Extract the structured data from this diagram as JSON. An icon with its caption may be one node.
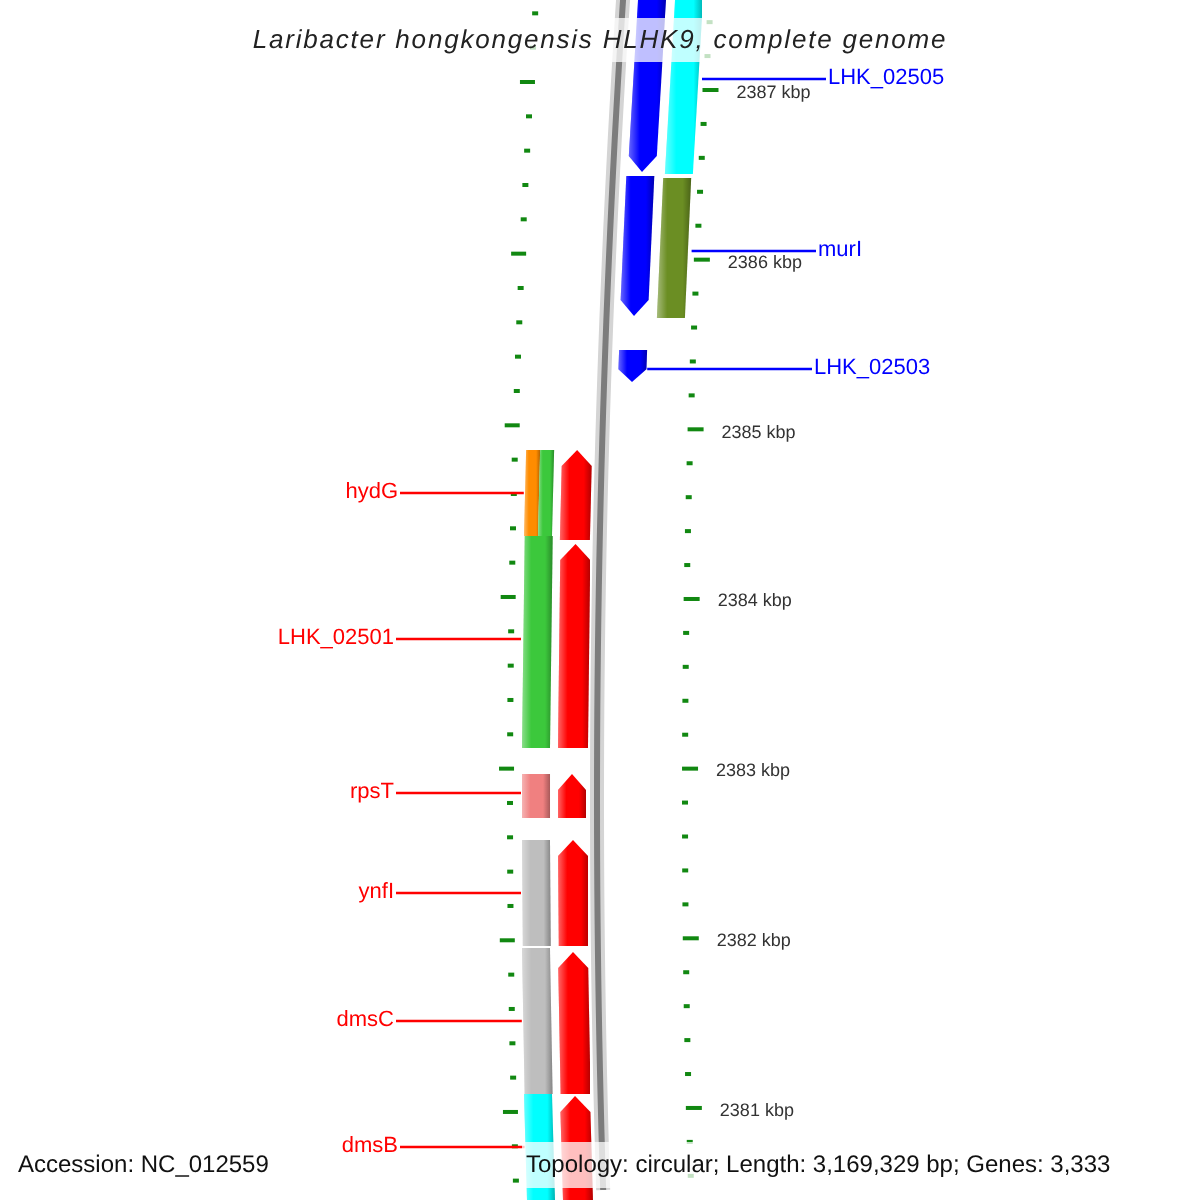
{
  "diagram": {
    "title": "Laribacter hongkongensis HLHK9, complete genome",
    "nodes": [
      {
        "text": [],
        "shape": "arrow"
      },
      {
        "text": [
          "LHK_02505"
        ]
      },
      {
        "text": [],
        "shape": "arrow"
      },
      {
        "text": [
          "murI"
        ]
      },
      {
        "text": [],
        "shape": "arrow"
      },
      {
        "text": [
          "LHK_02503"
        ]
      },
      {
        "text": [
          "hydG"
        ]
      },
      {
        "text": [],
        "shape": "arrow"
      },
      {
        "text": [
          "LHK_02501"
        ]
      },
      {
        "text": [],
        "shape": "arrow"
      },
      {
        "text": [
          "rpsT"
        ]
      },
      {
        "text": [],
        "shape": "arrow"
      },
      {
        "text": [
          "ynfI"
        ]
      },
      {
        "text": [],
        "shape": "arrow"
      },
      {
        "text": [
          "dmsC"
        ]
      },
      {
        "text": [],
        "shape": "arrow"
      },
      {
        "text": [
          "dmsB"
        ]
      },
      {
        "text": [],
        "shape": "arrow"
      }
    ],
    "edges": [
      {
        "from": 1,
        "to": 0,
        "arrow": "none",
        "color": "#0000ff"
      },
      {
        "from": 3,
        "to": 2,
        "arrow": "none",
        "color": "#0000ff"
      },
      {
        "from": 5,
        "to": 4,
        "arrow": "none",
        "color": "#0000ff"
      },
      {
        "from": 6,
        "to": 7,
        "arrow": "none"
      },
      {
        "from": 8,
        "to": 9,
        "arrow": "none"
      },
      {
        "from": 10,
        "to": 11,
        "arrow": "none"
      },
      {
        "from": 12,
        "to": 13,
        "arrow": "none"
      },
      {
        "from": 14,
        "to": 15,
        "arrow": "none"
      },
      {
        "from": 16,
        "to": 17,
        "arrow": "none"
      }
    ],
    "labels": [
      "2387 kbp",
      "2386 kbp",
      "2385 kbp",
      "2384 kbp",
      "2383 kbp",
      "2382 kbp",
      "2381 kbp",
      "Accession: NC_012559",
      "Topology: circular; Length: 3,169,329 bp; Genes: 3,333"
    ]
  }
}
